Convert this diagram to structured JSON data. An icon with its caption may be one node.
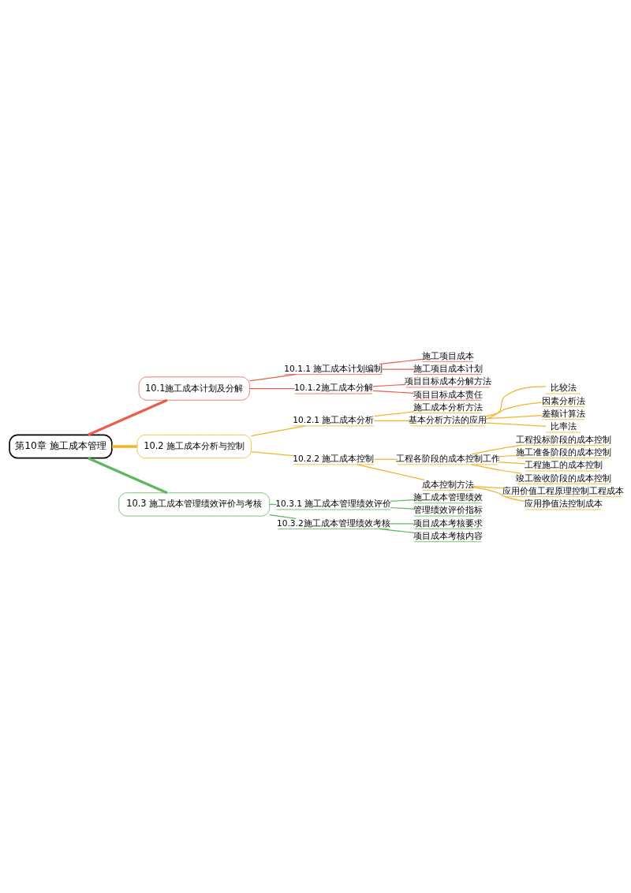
{
  "diagram": {
    "nodes": [
      {
        "text": [
          "第10章 施工成本管理"
        ]
      },
      {
        "text": [
          "10.1施工成本计划及分解"
        ]
      },
      {
        "text": [
          "10.1.1 施工成本计划编制"
        ]
      },
      {
        "text": [
          "施工项目成本"
        ]
      },
      {
        "text": [
          "施工项目成本计划"
        ]
      },
      {
        "text": [
          "10.1.2施工成本分解"
        ]
      },
      {
        "text": [
          "项目目标成本分解方法"
        ]
      },
      {
        "text": [
          "项目目标成本责任"
        ]
      },
      {
        "text": [
          "10.2 施工成本分析与控制"
        ]
      },
      {
        "text": [
          "10.2.1 施工成本分析"
        ]
      },
      {
        "text": [
          "施工成本分析方法"
        ]
      },
      {
        "text": [
          "基本分析方法的应用"
        ]
      },
      {
        "text": [
          "比较法"
        ]
      },
      {
        "text": [
          "因素分析法"
        ]
      },
      {
        "text": [
          "差额计算法"
        ]
      },
      {
        "text": [
          "比率法"
        ]
      },
      {
        "text": [
          "10.2.2 施工成本控制"
        ]
      },
      {
        "text": [
          "工程各阶段的成本控制工作"
        ]
      },
      {
        "text": [
          "工程投标阶段的成本控制"
        ]
      },
      {
        "text": [
          "施工准备阶段的成本控制"
        ]
      },
      {
        "text": [
          "工程施工的成本控制"
        ]
      },
      {
        "text": [
          "竣工验收阶段的成本控制"
        ]
      },
      {
        "text": [
          "成本控制方法"
        ]
      },
      {
        "text": [
          "应用价值工程原理控制工程成本"
        ]
      },
      {
        "text": [
          "应用挣值法控制成本"
        ]
      },
      {
        "text": [
          "10.3 施工成本管理绩效评价与考核"
        ]
      },
      {
        "text": [
          "10.3.1 施工成本管理绩效评价"
        ]
      },
      {
        "text": [
          "施工成本管理绩效"
        ]
      },
      {
        "text": [
          "管理绩效评价指标"
        ]
      },
      {
        "text": [
          "10.3.2施工成本管理绩效考核"
        ]
      },
      {
        "text": [
          "项目成本考核要求"
        ]
      },
      {
        "text": [
          "项目成本考核内容"
        ]
      }
    ],
    "edges": [
      {
        "from": 0,
        "to": 1,
        "arrow": "none",
        "style": "thick",
        "color": "#e8604c"
      },
      {
        "from": 1,
        "to": 2,
        "arrow": "none",
        "color": "#e8604c"
      },
      {
        "from": 2,
        "to": 3,
        "arrow": "none",
        "color": "#e8604c"
      },
      {
        "from": 2,
        "to": 4,
        "arrow": "none",
        "color": "#e8604c"
      },
      {
        "from": 1,
        "to": 5,
        "arrow": "none",
        "color": "#e8604c"
      },
      {
        "from": 5,
        "to": 6,
        "arrow": "none",
        "color": "#e8604c"
      },
      {
        "from": 5,
        "to": 7,
        "arrow": "none",
        "color": "#e8604c"
      },
      {
        "from": 0,
        "to": 8,
        "arrow": "none",
        "style": "thick"
      },
      {
        "from": 8,
        "to": 9,
        "arrow": "none"
      },
      {
        "from": 9,
        "to": 10,
        "arrow": "none"
      },
      {
        "from": 9,
        "to": 11,
        "arrow": "none"
      },
      {
        "from": 11,
        "to": 12,
        "arrow": "none"
      },
      {
        "from": 11,
        "to": 13,
        "arrow": "none"
      },
      {
        "from": 11,
        "to": 14,
        "arrow": "none"
      },
      {
        "from": 11,
        "to": 15,
        "arrow": "none"
      },
      {
        "from": 8,
        "to": 16,
        "arrow": "none"
      },
      {
        "from": 16,
        "to": 17,
        "arrow": "none"
      },
      {
        "from": 17,
        "to": 18,
        "arrow": "none"
      },
      {
        "from": 17,
        "to": 19,
        "arrow": "none"
      },
      {
        "from": 17,
        "to": 20,
        "arrow": "none"
      },
      {
        "from": 17,
        "to": 21,
        "arrow": "none"
      },
      {
        "from": 16,
        "to": 22,
        "arrow": "none"
      },
      {
        "from": 22,
        "to": 23,
        "arrow": "none"
      },
      {
        "from": 22,
        "to": 24,
        "arrow": "none"
      },
      {
        "from": 0,
        "to": 25,
        "arrow": "none",
        "style": "thick",
        "color": "#5cb85c"
      },
      {
        "from": 25,
        "to": 26,
        "arrow": "none",
        "color": "#5cb85c"
      },
      {
        "from": 26,
        "to": 27,
        "arrow": "none",
        "color": "#5cb85c"
      },
      {
        "from": 26,
        "to": 28,
        "arrow": "none",
        "color": "#5cb85c"
      },
      {
        "from": 25,
        "to": 29,
        "arrow": "none",
        "color": "#5cb85c"
      },
      {
        "from": 29,
        "to": 30,
        "arrow": "none",
        "color": "#5cb85c"
      },
      {
        "from": 29,
        "to": 31,
        "arrow": "none",
        "color": "#5cb85c"
      }
    ]
  }
}
